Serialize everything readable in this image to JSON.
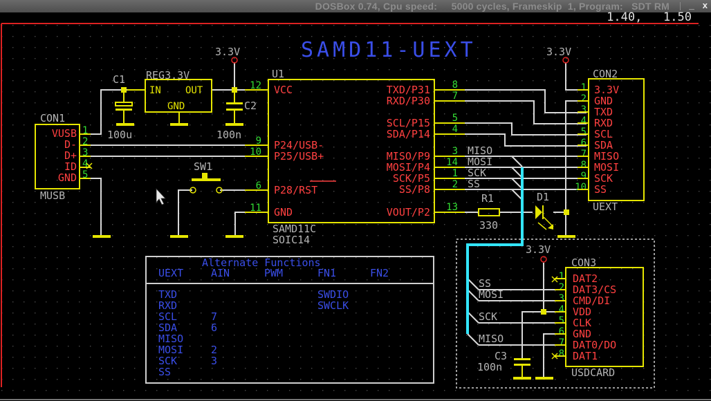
{
  "window": {
    "title": "DOSBox 0.74, Cpu speed:     5000 cycles, Frameskip  1, Program:   SDT RM",
    "minimize_label": "_",
    "close_label": "x"
  },
  "status": {
    "coords": "1.40,   1.50"
  },
  "colors": {
    "background": "#000000",
    "part_outline": "#e6e600",
    "pin_label": "#ff4040",
    "pin_number": "#33dd33",
    "wire": "#d8d8d8",
    "ref_text": "#b4b4b4",
    "title_text": "#3a4ee8",
    "highlight_wire": "#33e6ff",
    "border": "#dd2222"
  },
  "schematic": {
    "title": "SAMD11-UEXT",
    "power_labels": [
      "3.3V",
      "3.3V",
      "3.3V"
    ],
    "con1": {
      "ref": "CON1",
      "value": "MUSB",
      "pins": [
        {
          "num": "1",
          "name": "VUSB"
        },
        {
          "num": "2",
          "name": "D-"
        },
        {
          "num": "3",
          "name": "D+"
        },
        {
          "num": "4",
          "name": "ID"
        },
        {
          "num": "5",
          "name": "GND"
        }
      ]
    },
    "c1": {
      "ref": "C1",
      "value": "100u"
    },
    "c2": {
      "ref": "C2",
      "value": "100n"
    },
    "c3": {
      "ref": "C3",
      "value": "100n"
    },
    "reg": {
      "ref": "REG3.3V",
      "in": "IN",
      "out": "OUT",
      "gnd": "GND"
    },
    "sw1": {
      "ref": "SW1"
    },
    "r1": {
      "ref": "R1",
      "value": "330"
    },
    "d1": {
      "ref": "D1"
    },
    "u1": {
      "ref": "U1",
      "value": "SAMD11C",
      "package": "SOIC14",
      "left_pins": [
        {
          "num": "12",
          "name": "VCC"
        },
        {
          "num": "9",
          "name": "P24/USB-"
        },
        {
          "num": "10",
          "name": "P25/USB+"
        },
        {
          "num": "6",
          "name": "P28/RST"
        },
        {
          "num": "11",
          "name": "GND"
        }
      ],
      "right_pins": [
        {
          "num": "8",
          "name": "TXD/P31"
        },
        {
          "num": "7",
          "name": "RXD/P30"
        },
        {
          "num": "5",
          "name": "SCL/P15"
        },
        {
          "num": "4",
          "name": "SDA/P14"
        },
        {
          "num": "3",
          "name": "MISO/P9"
        },
        {
          "num": "14",
          "name": "MOSI/P4"
        },
        {
          "num": "1",
          "name": "SCK/P5"
        },
        {
          "num": "2",
          "name": "SS/P8"
        },
        {
          "num": "13",
          "name": "VOUT/P2"
        }
      ]
    },
    "net_labels_u1": [
      "MISO",
      "MOSI",
      "SCK",
      "SS"
    ],
    "con2": {
      "ref": "CON2",
      "value": "UEXT",
      "pins": [
        {
          "num": "1",
          "name": "3.3V"
        },
        {
          "num": "2",
          "name": "GND"
        },
        {
          "num": "3",
          "name": "TXD"
        },
        {
          "num": "4",
          "name": "RXD"
        },
        {
          "num": "5",
          "name": "SCL"
        },
        {
          "num": "6",
          "name": "SDA"
        },
        {
          "num": "7",
          "name": "MISO"
        },
        {
          "num": "8",
          "name": "MOSI"
        },
        {
          "num": "9",
          "name": "SCK"
        },
        {
          "num": "10",
          "name": "SS"
        }
      ]
    },
    "con3": {
      "ref": "CON3",
      "value": "USDCARD",
      "pins": [
        {
          "num": "1",
          "name": "DAT2"
        },
        {
          "num": "2",
          "name": "DAT3/CS"
        },
        {
          "num": "3",
          "name": "CMD/DI"
        },
        {
          "num": "4",
          "name": "VDD"
        },
        {
          "num": "5",
          "name": "CLK"
        },
        {
          "num": "6",
          "name": "GND"
        },
        {
          "num": "7",
          "name": "DAT0/DO"
        },
        {
          "num": "8",
          "name": "DAT1"
        }
      ]
    },
    "net_labels_con3": [
      "SS",
      "MOSI",
      "SCK",
      "MISO"
    ]
  },
  "alt_table": {
    "title": "Alternate Functions",
    "headers": [
      "UEXT",
      "AIN",
      "PWM",
      "FN1",
      "FN2"
    ],
    "rows": [
      [
        "TXD",
        "",
        "",
        "SWDIO",
        ""
      ],
      [
        "RXD",
        "",
        "",
        "SWCLK",
        ""
      ],
      [
        "SCL",
        "7",
        "",
        "",
        ""
      ],
      [
        "SDA",
        "6",
        "",
        "",
        ""
      ],
      [
        "MISO",
        "",
        "",
        "",
        ""
      ],
      [
        "MOSI",
        "2",
        "",
        "",
        ""
      ],
      [
        "SCK",
        "3",
        "",
        "",
        ""
      ],
      [
        "SS",
        "",
        "",
        "",
        ""
      ]
    ]
  }
}
